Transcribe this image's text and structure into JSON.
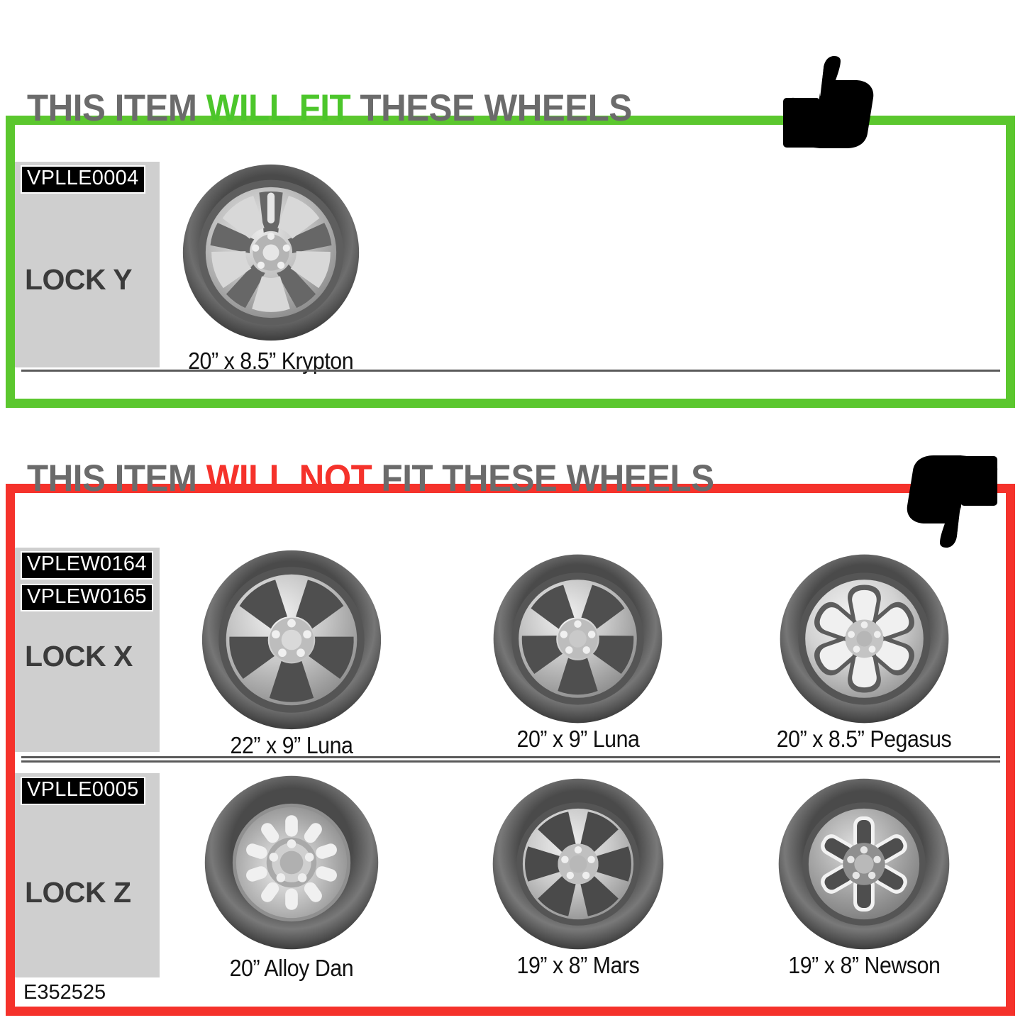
{
  "sections": [
    {
      "id": "fit",
      "heading": {
        "pre": "THIS ITEM ",
        "highlight": "WILL FIT",
        "post": " THESE WHEELS"
      },
      "accent_color": "#5bc72e",
      "icon": "thumbs-up-icon",
      "rows": [
        {
          "skus": [
            "VPLLE0004"
          ],
          "lock": "LOCK Y",
          "wheels": [
            {
              "caption": "20” x 8.5” Krypton",
              "style": "krypton"
            }
          ]
        }
      ]
    },
    {
      "id": "nofit",
      "heading": {
        "pre": "THIS ITEM ",
        "highlight": "WILL NOT",
        "post": " FIT THESE WHEELS"
      },
      "accent_color": "#f5322b",
      "icon": "thumbs-down-icon",
      "rows": [
        {
          "skus": [
            "VPLEW0164",
            "VPLEW0165"
          ],
          "lock": "LOCK X",
          "wheels": [
            {
              "caption": "22” x 9” Luna",
              "style": "luna"
            },
            {
              "caption": "20” x 9” Luna",
              "style": "luna"
            },
            {
              "caption": "20” x 8.5” Pegasus",
              "style": "pegasus"
            }
          ]
        },
        {
          "skus": [
            "VPLLE0005"
          ],
          "lock": "LOCK Z",
          "wheels": [
            {
              "caption": "20” Alloy Dan",
              "style": "dan"
            },
            {
              "caption": "19” x 8” Mars",
              "style": "mars"
            },
            {
              "caption": "19” x 8” Newson",
              "style": "newson"
            }
          ]
        }
      ]
    }
  ],
  "footer": {
    "code": "E352525"
  },
  "colors": {
    "green": "#5bc72e",
    "red": "#f5322b",
    "heading_gray": "#6b6b6b",
    "label_gray": "#cfcfcf",
    "lock_text": "#3b3b3b"
  }
}
